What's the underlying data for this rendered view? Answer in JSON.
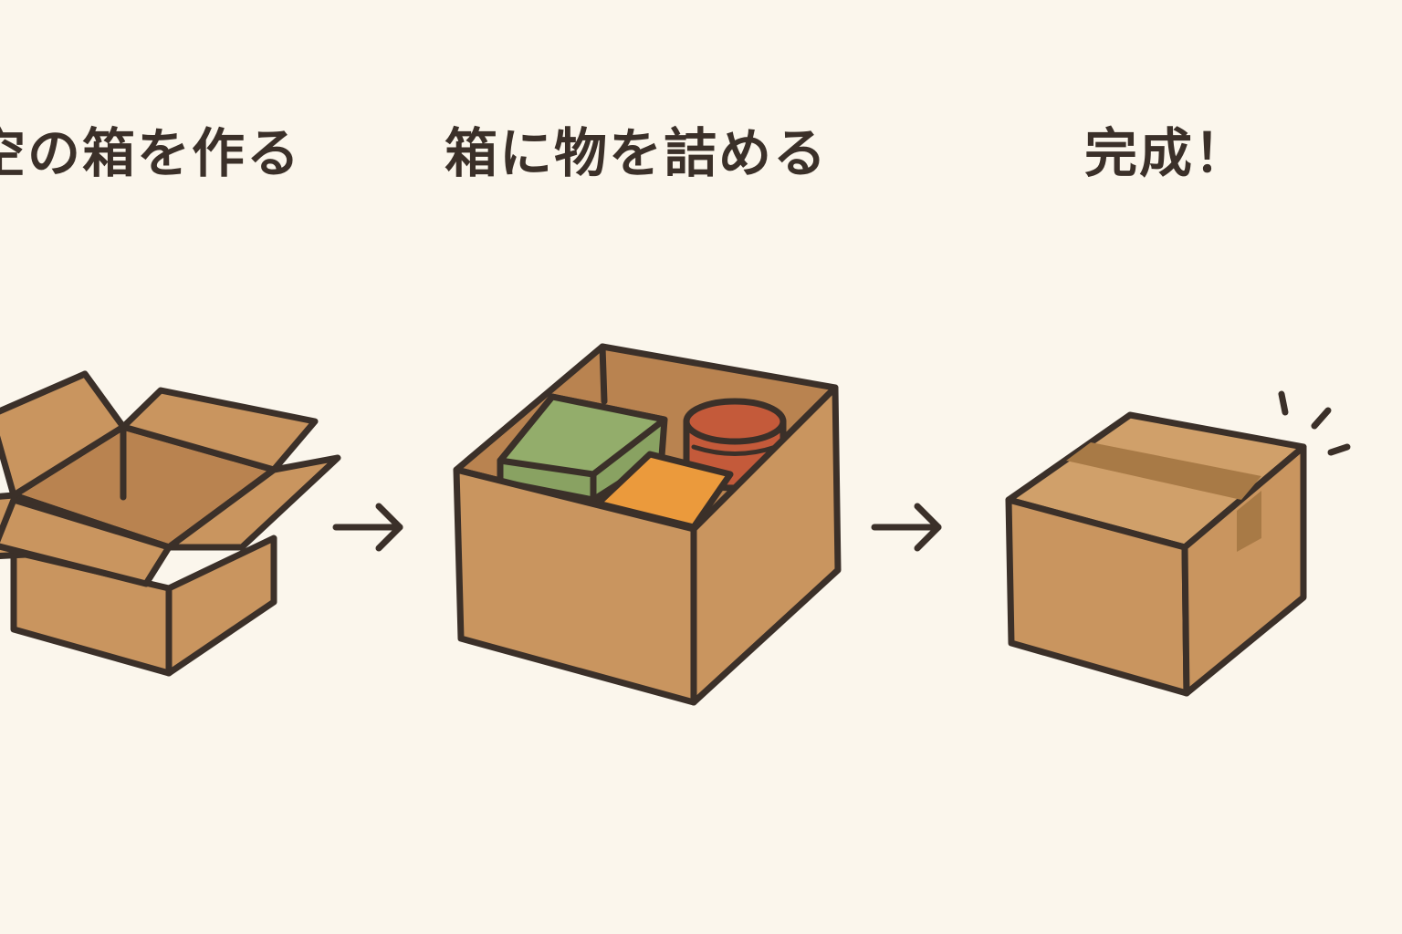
{
  "steps": [
    {
      "label": "空の箱を作る",
      "icon": "open-empty-box-icon"
    },
    {
      "label": "箱に物を詰める",
      "icon": "filled-box-icon"
    },
    {
      "label": "完成！",
      "icon": "taped-closed-box-icon"
    }
  ],
  "colors": {
    "background": "#fbf6ec",
    "cardboard": "#c9955f",
    "cardboard_dark": "#b98350",
    "outline": "#3b3029",
    "tape": "#a87a46",
    "item_green": "#89a262",
    "item_orange": "#eb9a3c",
    "item_red": "#c45a3a"
  }
}
